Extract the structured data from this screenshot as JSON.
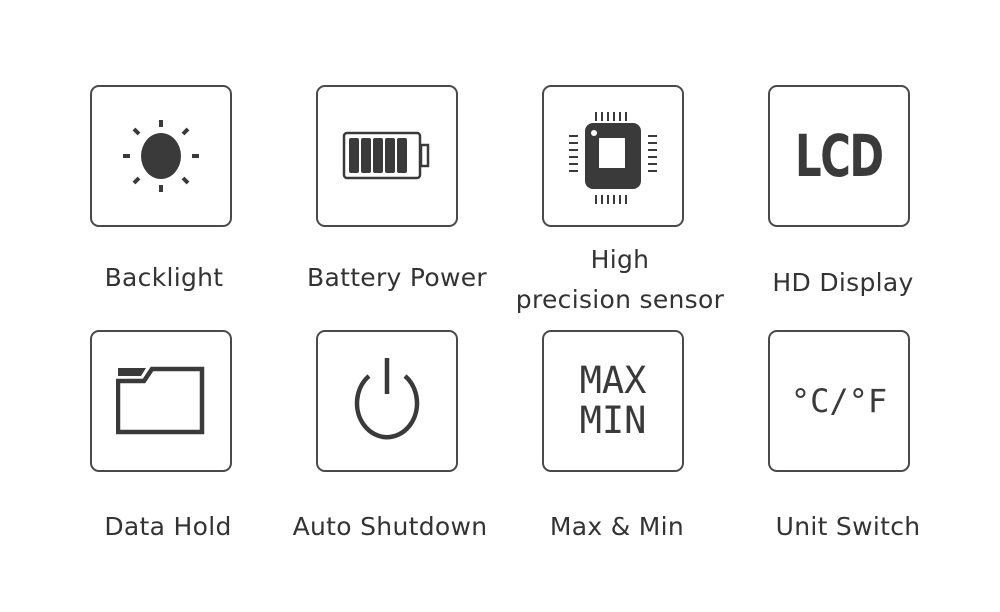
{
  "features": [
    {
      "label": "Backlight",
      "icon": "sun-icon"
    },
    {
      "label": "Battery Power",
      "icon": "battery-icon"
    },
    {
      "label_line1": "High",
      "label_line2": "precision sensor",
      "icon": "chip-icon"
    },
    {
      "label": "HD Display",
      "icon": "lcd-icon",
      "icon_text": "LCD"
    },
    {
      "label": "Data Hold",
      "icon": "folder-icon"
    },
    {
      "label": "Auto Shutdown",
      "icon": "power-icon"
    },
    {
      "label": "Max & Min",
      "icon": "max-min-icon",
      "icon_line1": "MAX",
      "icon_line2": "MIN"
    },
    {
      "label": "Unit Switch",
      "icon": "unit-switch-icon",
      "icon_text": "°C/°F"
    }
  ],
  "colors": {
    "border": "#4a4a4a",
    "icon": "#3a3a3a",
    "text": "#333333"
  }
}
